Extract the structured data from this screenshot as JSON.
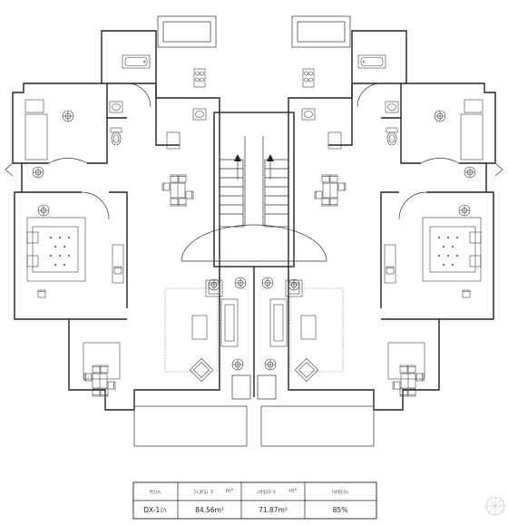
{
  "table": {
    "headers": [
      "ｻｿﾐﾍ",
      "ﾌｨﾖ²ｽｨ ﾃ",
      "ﾊｹﾓﾃﾃ ﾃ",
      "ﾊｹﾓﾃﾂﾊ"
    ],
    "header_units": [
      "",
      "m²",
      "m²",
      ""
    ],
    "row": [
      "DX-1ﾐﾍ",
      "84.56m²",
      "71.87m²",
      "85%"
    ]
  },
  "icons": [
    "bathtub-icon",
    "toilet-icon",
    "sink-icon",
    "stove-icon",
    "dining-table-icon",
    "bed-icon",
    "sofa-icon",
    "armchair-icon",
    "lamp-icon",
    "stair-arrow-icon",
    "watermark-icon"
  ]
}
